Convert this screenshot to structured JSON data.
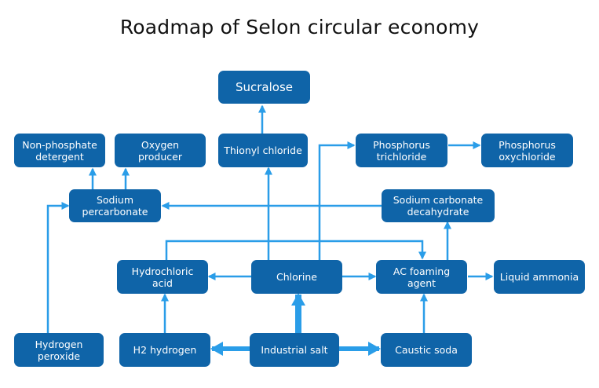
{
  "title": "Roadmap of Selon circular economy",
  "colors": {
    "node_fill": "#0f64a8",
    "node_text": "#ffffff",
    "arrow": "#2a9de8",
    "title": "#111111"
  },
  "nodes": {
    "sucralose": "Sucralose",
    "non_phosphate_detergent": "Non-phosphate\ndetergent",
    "oxygen_producer": "Oxygen producer",
    "thionyl_chloride": "Thionyl chloride",
    "phosphorus_trichloride": "Phosphorus\ntrichloride",
    "phosphorus_oxychloride": "Phosphorus\noxychloride",
    "sodium_percarbonate": "Sodium\npercarbonate",
    "sodium_carbonate_decahydrate": "Sodium carbonate\ndecahydrate",
    "hydrochloric_acid": "Hydrochloric\nacid",
    "chlorine": "Chlorine",
    "ac_foaming_agent": "AC foaming\nagent",
    "liquid_ammonia": "Liquid ammonia",
    "hydrogen_peroxide": "Hydrogen\nperoxide",
    "h2_hydrogen": "H2 hydrogen",
    "industrial_salt": "Industrial salt",
    "caustic_soda": "Caustic soda"
  }
}
